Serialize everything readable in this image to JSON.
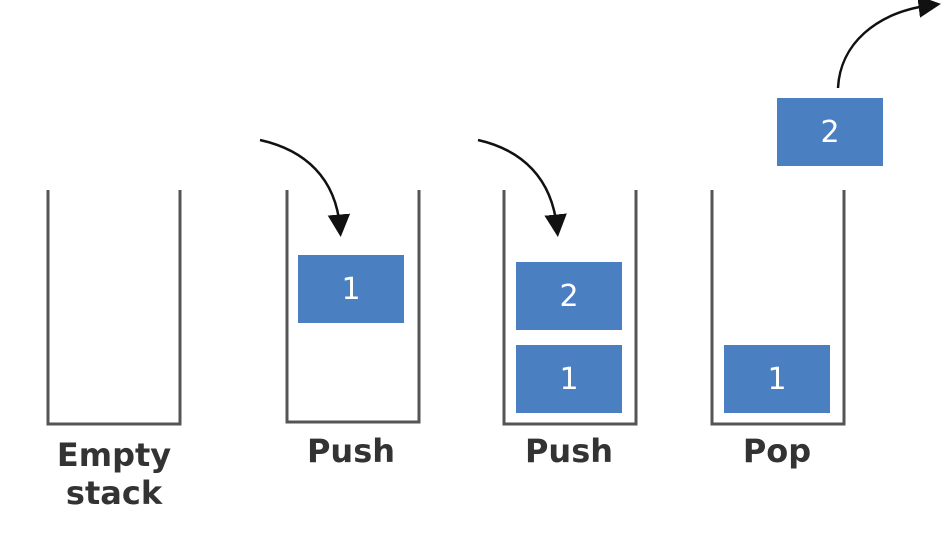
{
  "colors": {
    "block_fill": "#4a7fc1",
    "block_text": "#ffffff",
    "container_stroke": "#555555",
    "arrow_stroke": "#111111",
    "caption_text": "#333333"
  },
  "stages": [
    {
      "caption_line1": "Empty",
      "caption_line2": "stack",
      "blocks": []
    },
    {
      "caption_line1": "Push",
      "blocks": [
        "1"
      ]
    },
    {
      "caption_line1": "Push",
      "blocks": [
        "2",
        "1"
      ]
    },
    {
      "caption_line1": "Pop",
      "blocks": [
        "1"
      ],
      "popped_block": "2"
    }
  ]
}
